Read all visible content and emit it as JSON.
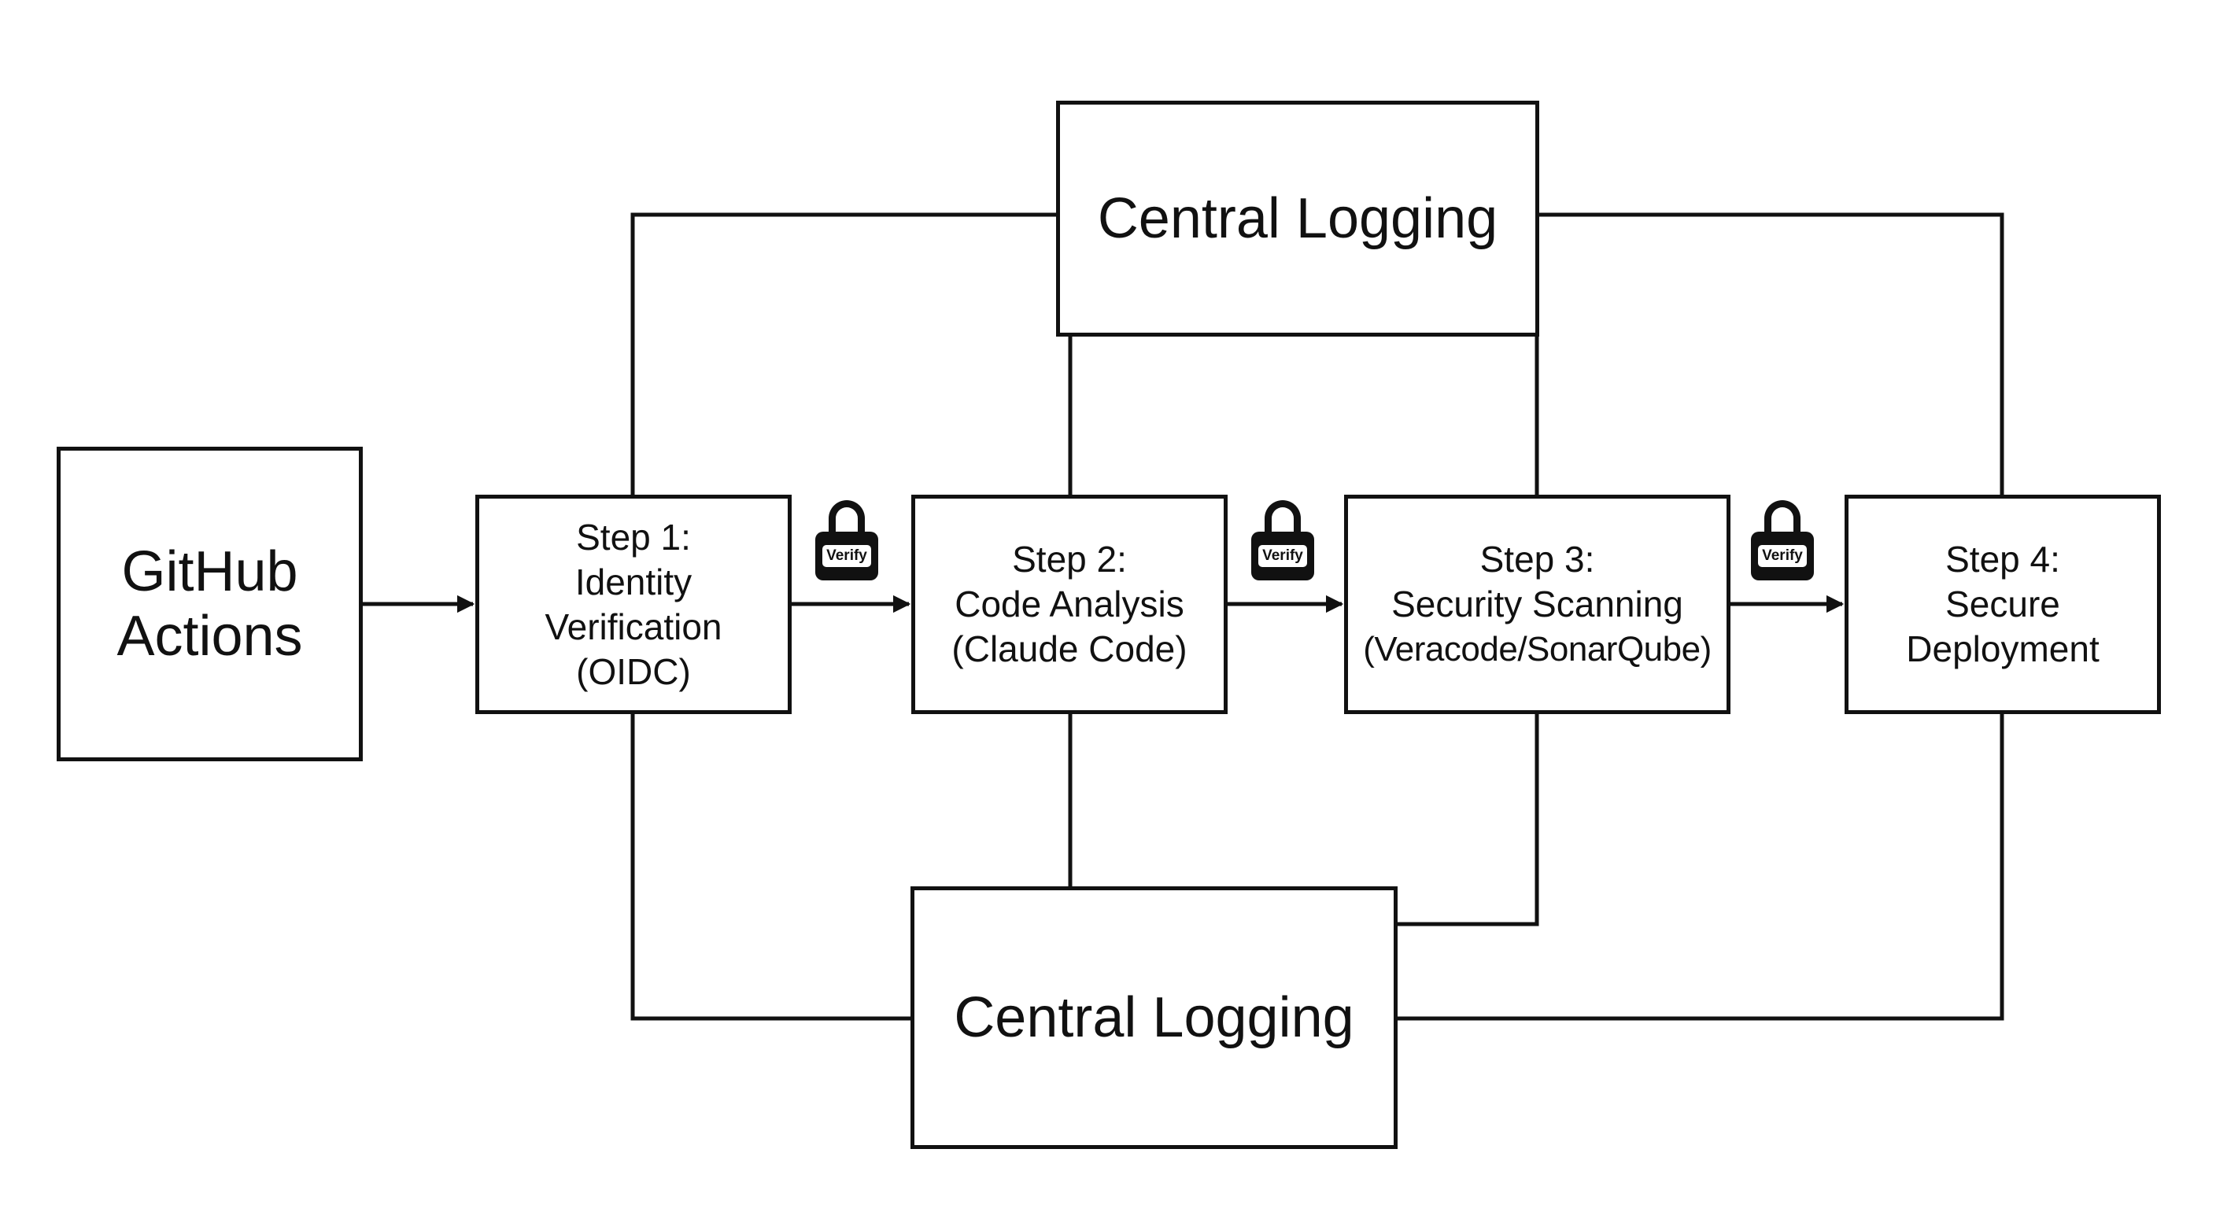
{
  "colors": {
    "stroke": "#111111",
    "background": "#ffffff"
  },
  "nodes": {
    "source": {
      "lines": [
        "GitHub",
        "Actions"
      ]
    },
    "step1": {
      "lines": [
        "Step 1:",
        "Identity",
        "Verification",
        "(OIDC)"
      ]
    },
    "step2": {
      "lines": [
        "Step 2:",
        "Code Analysis",
        "(Claude Code)"
      ]
    },
    "step3": {
      "lines": [
        "Step 3:",
        "Security Scanning",
        "(Veracode/SonarQube)"
      ]
    },
    "step4": {
      "lines": [
        "Step 4:",
        "Secure",
        "Deployment"
      ]
    },
    "log_top": {
      "label": "Central Logging"
    },
    "log_bottom": {
      "label": "Central Logging"
    }
  },
  "gates": [
    {
      "label": "Verify",
      "icon": "padlock-icon"
    },
    {
      "label": "Verify",
      "icon": "padlock-icon"
    },
    {
      "label": "Verify",
      "icon": "padlock-icon"
    }
  ],
  "flow": [
    "GitHub Actions",
    "Step 1",
    "Step 2",
    "Step 3",
    "Step 4"
  ]
}
